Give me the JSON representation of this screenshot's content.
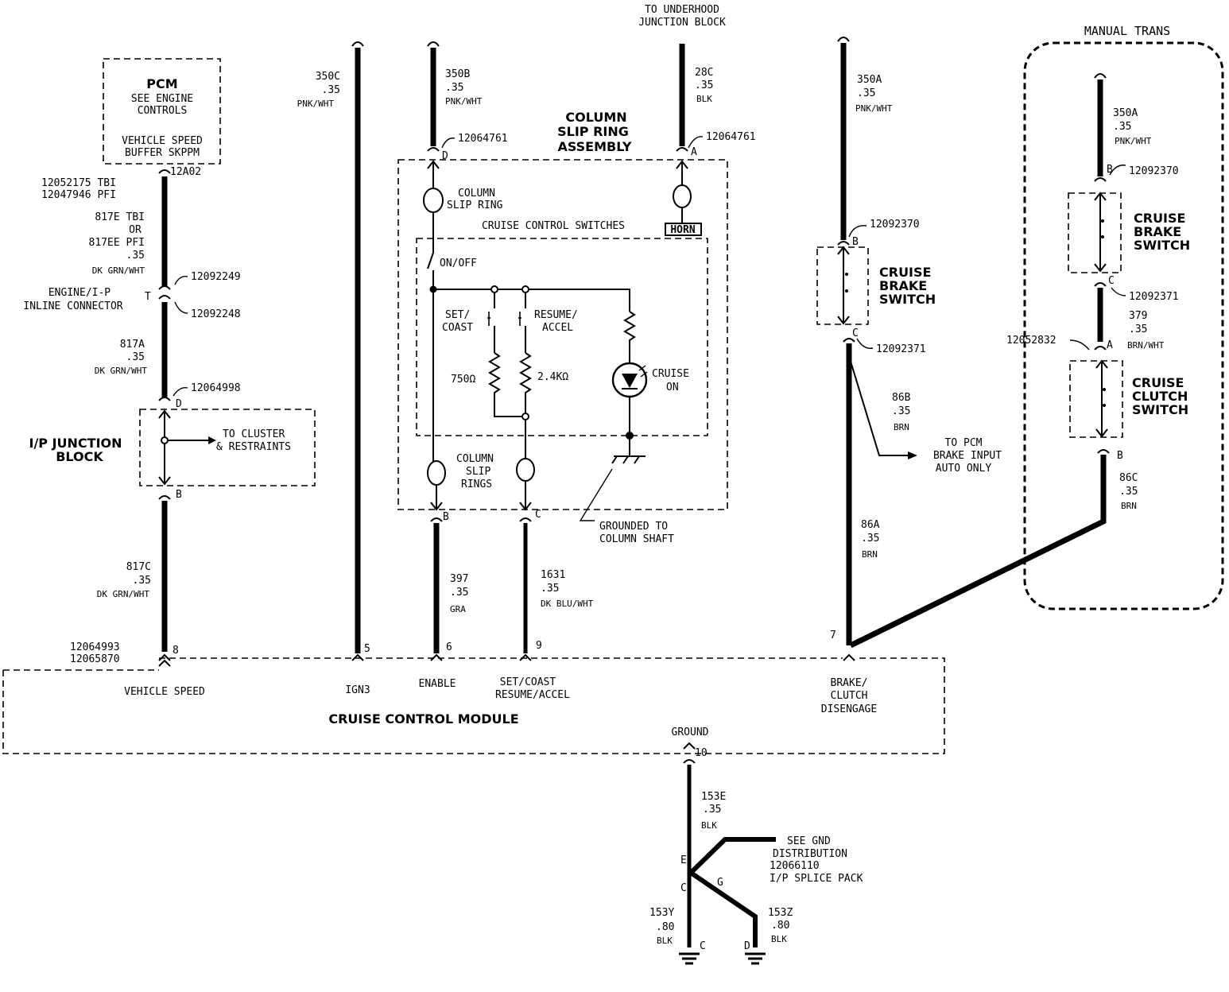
{
  "top_labels": {
    "underhood": [
      "TO UNDERHOOD",
      "JUNCTION BLOCK"
    ],
    "manual_trans": "MANUAL TRANS"
  },
  "pcm_box": {
    "title": "PCM",
    "lines": [
      "SEE ENGINE",
      "CONTROLS",
      "",
      "VEHICLE SPEED",
      "BUFFER SKPPM"
    ]
  },
  "left_branch": {
    "conn_top_part": "12A02",
    "conn_top_left": [
      "12052175 TBI",
      "12047946 PFI"
    ],
    "wire_817e": [
      "817E TBI",
      "OR",
      "817EE PFI",
      ".35",
      "DK GRN/WHT"
    ],
    "inline_conn_label": [
      "ENGINE/I-P",
      "INLINE CONNECTOR"
    ],
    "inline_pin": "T",
    "inline_part_a": "12092249",
    "inline_part_b": "12092248",
    "wire_817a": [
      "817A",
      ".35",
      "DK GRN/WHT"
    ],
    "junction_part": "12064998",
    "junction_pin_top": "D",
    "junction_pin_bottom": "B",
    "junction_block_label": [
      "I/P JUNCTION",
      "BLOCK"
    ],
    "junction_out": [
      "TO CLUSTER",
      "& RESTRAINTS"
    ],
    "wire_817c": [
      "817C",
      ".35",
      "DK GRN/WHT"
    ],
    "module_conn_parts": [
      "12064993",
      "12065870"
    ],
    "module_pin": "8"
  },
  "wire_350c": {
    "lines": [
      "350C",
      ".35",
      "PNK/WHT"
    ],
    "pin": "5"
  },
  "column_assembly": {
    "wire_350b": [
      "350B",
      ".35",
      "PNK/WHT"
    ],
    "conn_part_left": "12064761",
    "conn_part_right": "12064761",
    "pin_d": "D",
    "pin_a": "A",
    "wire_28c": [
      "28C",
      ".35",
      "BLK"
    ],
    "title": [
      "COLUMN",
      "SLIP RING",
      "ASSEMBLY"
    ],
    "slip_ring_top": [
      "COLUMN",
      "SLIP RING"
    ],
    "horn": "HORN",
    "switches_title": "CRUISE CONTROL SWITCHES",
    "on_off": "ON/OFF",
    "set_coast": [
      "SET/",
      "COAST"
    ],
    "resume_accel": [
      "RESUME/",
      "ACCEL"
    ],
    "r1": "750Ω",
    "r2": "2.4KΩ",
    "cruise_on": [
      "CRUISE",
      "ON"
    ],
    "slip_rings_bottom": [
      "COLUMN",
      "SLIP",
      "RINGS"
    ],
    "pin_b": "B",
    "pin_c": "C",
    "ground_note": [
      "GROUNDED TO",
      "COLUMN SHAFT"
    ],
    "wire_397": [
      "397",
      ".35",
      "GRA"
    ],
    "wire_1631": [
      "1631",
      ".35",
      "DK BLU/WHT"
    ],
    "pin_6": "6",
    "pin_9": "9"
  },
  "brake_branch": {
    "wire_350a": [
      "350A",
      ".35",
      "PNK/WHT"
    ],
    "part_top": "12092370",
    "pin_b": "B",
    "switch_label": [
      "CRUISE",
      "BRAKE",
      "SWITCH"
    ],
    "pin_c": "C",
    "part_bottom": "12092371",
    "wire_86b": [
      "86B",
      ".35",
      "BRN"
    ],
    "pcm_out": [
      "TO PCM",
      "BRAKE INPUT",
      "AUTO ONLY"
    ],
    "wire_86a": [
      "86A",
      ".35",
      "BRN"
    ],
    "pin_7": "7"
  },
  "manual_trans": {
    "wire_350a": [
      "350A",
      ".35",
      "PNK/WHT"
    ],
    "pin_b1": "B",
    "part_1": "12092370",
    "brake_switch": [
      "CRUISE",
      "BRAKE",
      "SWITCH"
    ],
    "pin_c": "C",
    "part_2": "12092371",
    "wire_379": [
      "379",
      ".35",
      "BRN/WHT"
    ],
    "part_3": "12052832",
    "pin_a": "A",
    "clutch_switch": [
      "CRUISE",
      "CLUTCH",
      "SWITCH"
    ],
    "pin_b2": "B",
    "wire_86c": [
      "86C",
      ".35",
      "BRN"
    ]
  },
  "module": {
    "title": "CRUISE CONTROL MODULE",
    "vehicle_speed": "VEHICLE SPEED",
    "ign3": "IGN3",
    "enable": "ENABLE",
    "set_resume": [
      "SET/COAST",
      "RESUME/ACCEL"
    ],
    "brake_clutch": [
      "BRAKE/",
      "CLUTCH",
      "DISENGAGE"
    ],
    "ground": "GROUND",
    "ground_pin": "10"
  },
  "ground_section": {
    "wire_153e": [
      "153E",
      ".35",
      "BLK"
    ],
    "splice_note": [
      "SEE GND",
      "DISTRIBUTION",
      "12066110",
      "I/P SPLICE PACK"
    ],
    "pin_e": "E",
    "pin_c": "C",
    "pin_g": "G",
    "wire_153y": [
      "153Y",
      ".80",
      "BLK"
    ],
    "wire_153z": [
      "153Z",
      ".80",
      "BLK"
    ],
    "pin_c2": "C",
    "pin_d": "D"
  }
}
